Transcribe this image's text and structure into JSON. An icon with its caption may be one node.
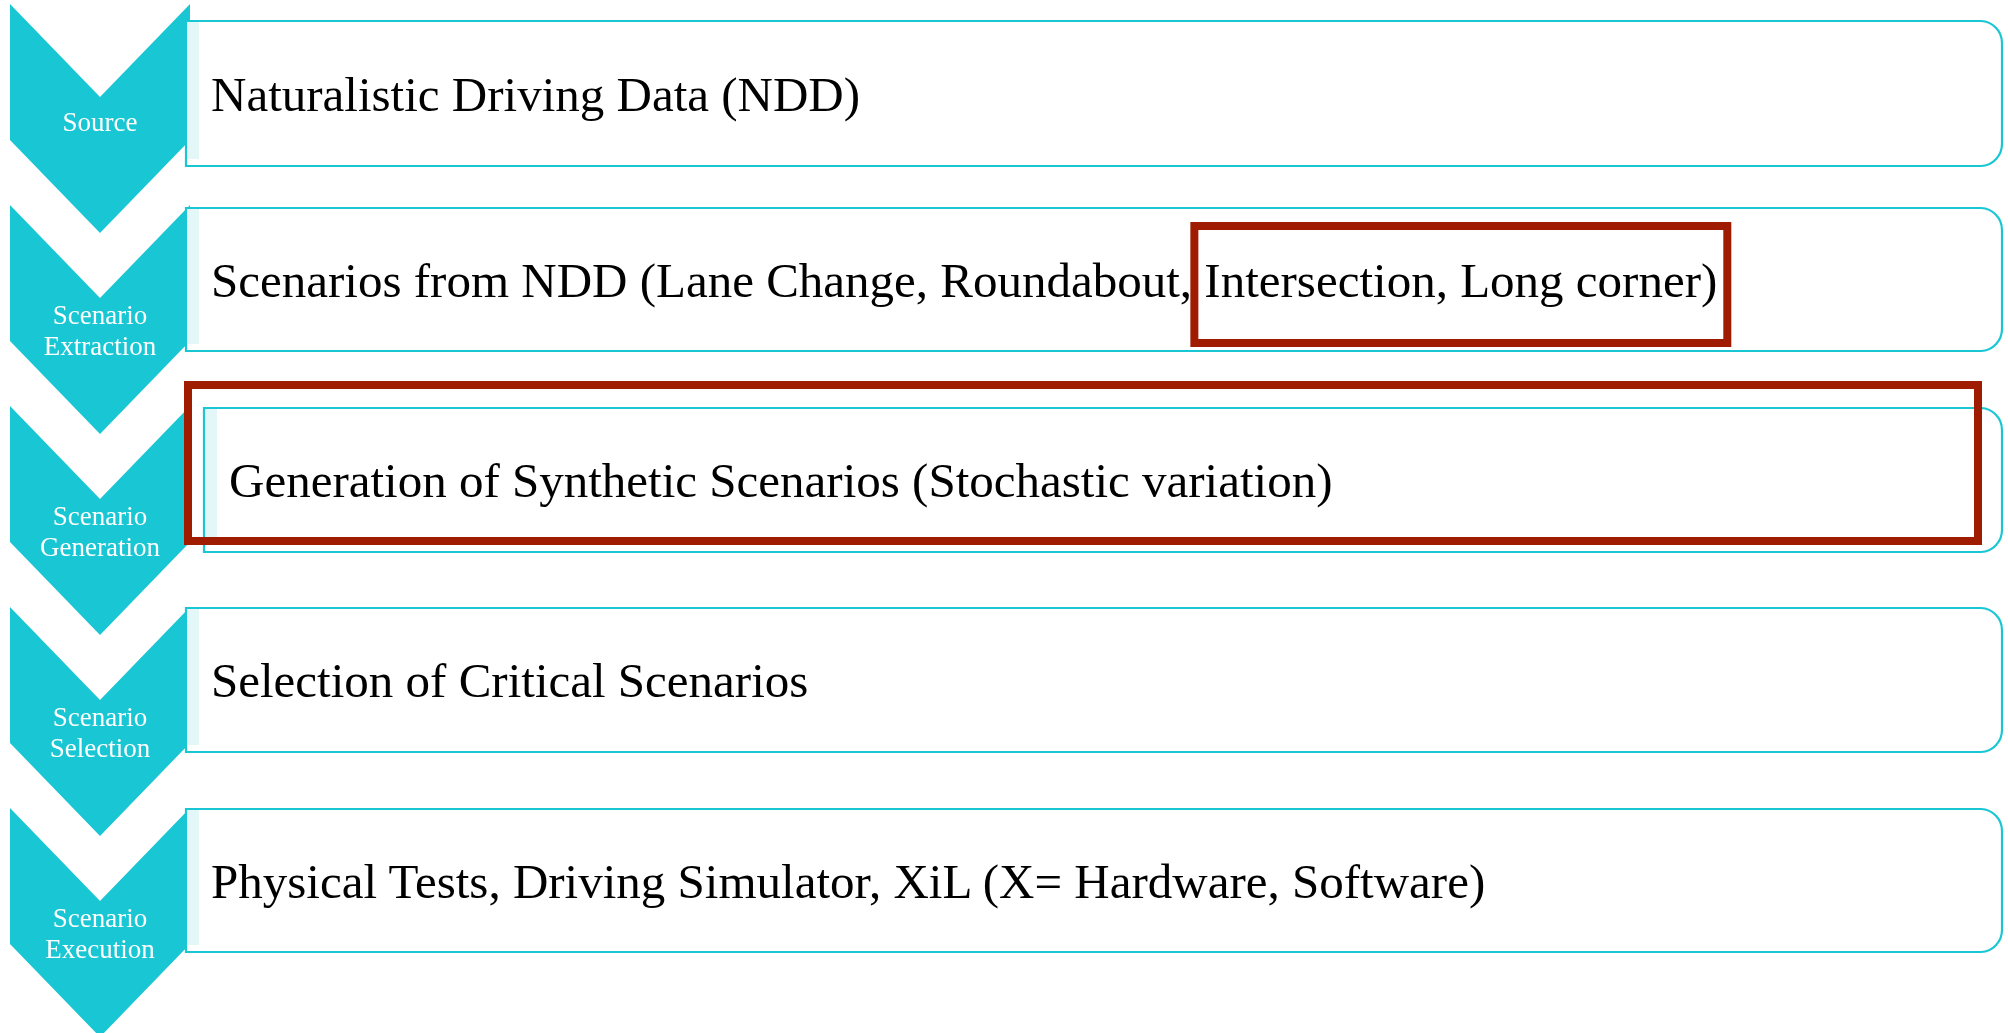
{
  "diagram": {
    "nodes": [
      {
        "text": [
          "Source"
        ]
      },
      {
        "text": [
          "Naturalistic Driving Data (NDD)"
        ]
      },
      {
        "text": [
          "Scenario Extraction"
        ]
      },
      {
        "text": [
          "Scenarios from NDD (Lane Change, Roundabout, Intersection, Long corner)"
        ]
      },
      {
        "text": [
          "Scenario Generation"
        ]
      },
      {
        "text": [
          "Generation of Synthetic Scenarios (Stochastic variation)"
        ]
      },
      {
        "text": [
          "Scenario Selection"
        ]
      },
      {
        "text": [
          "Selection of Critical Scenarios"
        ]
      },
      {
        "text": [
          "Scenario Execution"
        ]
      },
      {
        "text": [
          "Physical Tests, Driving Simulator, XiL (X= Hardware, Software)"
        ]
      }
    ]
  }
}
